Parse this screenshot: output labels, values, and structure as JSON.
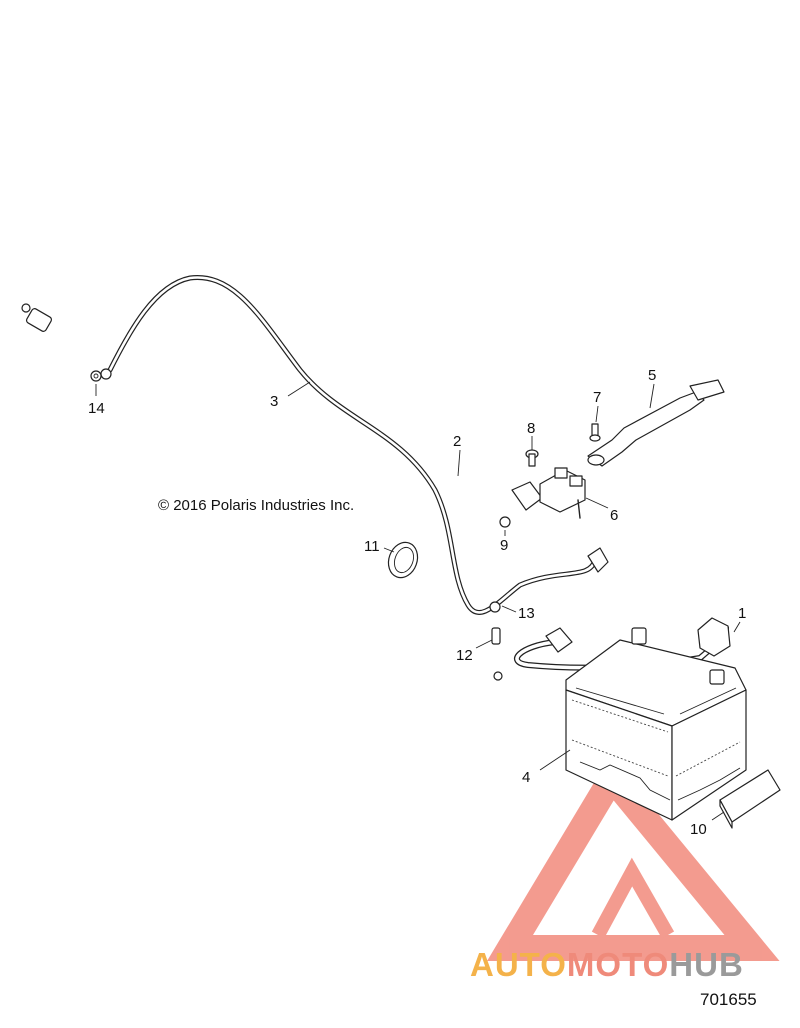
{
  "copyright": "© 2016 Polaris Industries Inc.",
  "figure_id": "701655",
  "watermark": {
    "part1": "AUTO",
    "part2": "MOTO",
    "part3": "HUB",
    "color_auto": "#f4b24a",
    "color_moto": "#ef8a7a",
    "color_hub": "#9a9a9a"
  },
  "callouts": [
    {
      "id": "1",
      "label": "1"
    },
    {
      "id": "2",
      "label": "2"
    },
    {
      "id": "3",
      "label": "3"
    },
    {
      "id": "4",
      "label": "4"
    },
    {
      "id": "5",
      "label": "5"
    },
    {
      "id": "6",
      "label": "6"
    },
    {
      "id": "7",
      "label": "7"
    },
    {
      "id": "8",
      "label": "8"
    },
    {
      "id": "9",
      "label": "9"
    },
    {
      "id": "10",
      "label": "10"
    },
    {
      "id": "11",
      "label": "11"
    },
    {
      "id": "12",
      "label": "12"
    },
    {
      "id": "13",
      "label": "13"
    },
    {
      "id": "14",
      "label": "14"
    }
  ]
}
